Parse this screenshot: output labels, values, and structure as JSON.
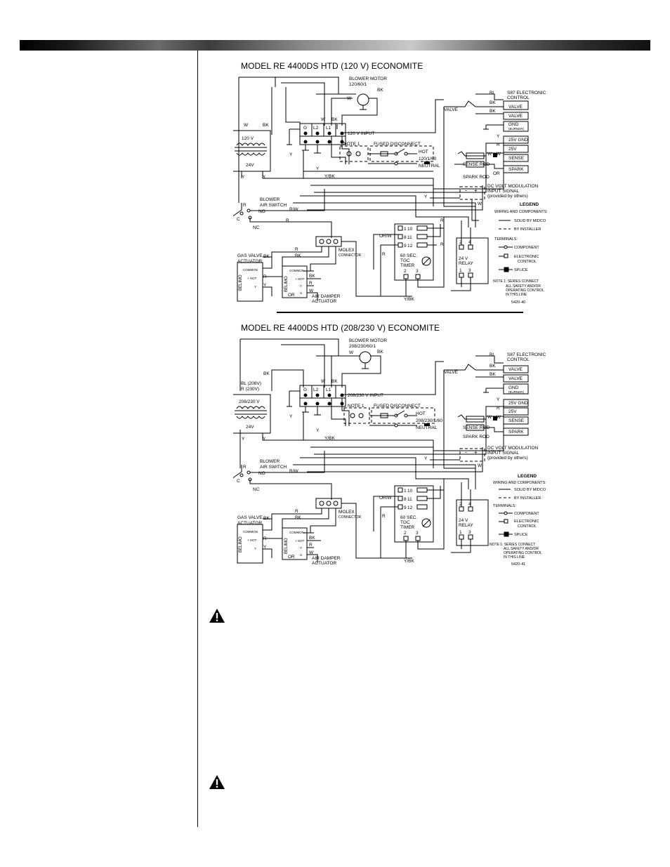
{
  "diagram_120v": {
    "title": "MODEL RE 4400DS HTD (120 V) ECONOMITE",
    "blower_motor": "BLOWER MOTOR",
    "blower_motor_rating": "120/60/1",
    "input": "120 V  INPUT",
    "transformer_primary": "120 V",
    "transformer_secondary": "24V",
    "hot_rating": "120/1/60",
    "drawing_number": "5420-40"
  },
  "diagram_208v": {
    "title": "MODEL RE 4400DS HTD (208/230 V) ECONOMITE",
    "blower_motor": "BLOWER MOTOR",
    "blower_motor_rating": "208/230/60/1",
    "input": "208/230 V  INPUT",
    "transformer_primary": "208/230 V",
    "transformer_secondary": "24V",
    "transformer_taps_1": "BL (208V)",
    "transformer_taps_2": "R (230V)",
    "hot_rating": "208/230/1/60",
    "drawing_number": "5420-41"
  },
  "common_labels": {
    "s87_1": "S87 ELECTRONIC",
    "s87_2": "CONTROL",
    "valve": "VALVE",
    "t_valve": "VALVE",
    "t_gnd": "GND",
    "t_burner": "(BURNER)",
    "t_25vgnd": "25V GND",
    "t_25v": "25V",
    "t_sense": "SENSE",
    "t_spark": "SPARK",
    "sense_rod": "SENSE ROD",
    "spark_rod": "SPARK  ROD",
    "note1": "NOTE 1",
    "fused_disconnect": "FUSED DISCONNECT",
    "hot": "HOT",
    "neutral": "NEUTRAL",
    "dc_volt_1": "DC  VOLT  MODULATION",
    "dc_volt_2": "INPUT  SIGNAL",
    "dc_volt_3": "(provided by others)",
    "blower_switch_1": "BLOWER",
    "blower_switch_2": "AIR SWITCH",
    "no": "NO",
    "nc": "NC",
    "c": "C",
    "gas_valve_1": "GAS VALVE",
    "gas_valve_2": "ACTUATOR",
    "belimo": "BELIMO",
    "common": "COMMON",
    "plus_hot": "+ HOT",
    "y_term": "Y",
    "u_term": "U",
    "air_damper_1": "AIR DAMPER",
    "air_damper_2": "ACTUATOR",
    "molex_1": "MOLEX",
    "molex_2": "CONNECTOR",
    "timer_1": "60  SEC.",
    "timer_2": "TGC",
    "timer_3": "TIMER",
    "relay_1": "24 V",
    "relay_2": "RELAY",
    "legend_title": "LEGEND",
    "legend_wiring": "WIRING AND COMPONENTS:",
    "legend_solid": "SOLID  BY MIDCO",
    "legend_installer": "BY INSTALLER",
    "legend_terminals": "TERMINALS:",
    "legend_component": "COMPONENT",
    "legend_electronic_1": "ELECTRONIC",
    "legend_electronic_2": "CONTROL",
    "legend_splice": "SPLICE",
    "legend_note_1": "NOTE 1: SERIES CONNECT",
    "legend_note_2": "ALL SAFETY AND/OR",
    "legend_note_3": "OPERATING CONTROL",
    "legend_note_4": "IN THIS LINE",
    "w": "W",
    "bk": "BK",
    "bl": "BL",
    "y": "Y",
    "r": "R",
    "or": "OR",
    "ybk": "Y/BK",
    "rw": "R/W",
    "orw": "OR/W",
    "g": "G",
    "l1": "L1",
    "l2": "L2",
    "n1": "1",
    "n2": "2",
    "n3": "3",
    "n4": "4",
    "n8": "8",
    "n9": "9",
    "n10": "10",
    "n11": "11",
    "n12": "12",
    "minus": "-",
    "plus": "+"
  },
  "colors": {
    "header_dark": "#000000",
    "header_light": "#c9c9c9",
    "line": "#000000"
  },
  "icons": {
    "warning": "warning-triangle-icon"
  }
}
